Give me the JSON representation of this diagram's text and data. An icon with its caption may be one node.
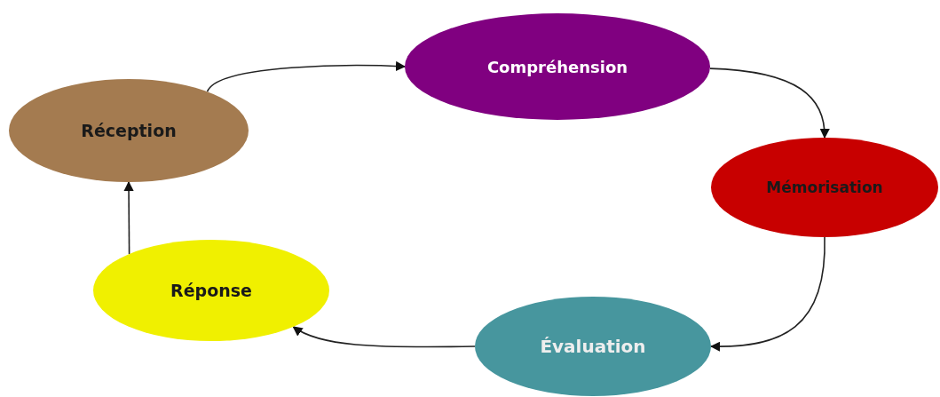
{
  "diagram": {
    "nodes": [
      {
        "text": [
          "Réception"
        ]
      },
      {
        "text": [
          "Compréhension"
        ]
      },
      {
        "text": [
          "Mémorisation"
        ]
      },
      {
        "text": [
          "Évaluation"
        ]
      },
      {
        "text": [
          "Réponse"
        ]
      }
    ],
    "edges": [
      {
        "from": 0,
        "to": 1,
        "arrow": "to"
      },
      {
        "from": 1,
        "to": 2,
        "arrow": "to"
      },
      {
        "from": 2,
        "to": 3,
        "arrow": "to"
      },
      {
        "from": 3,
        "to": 4,
        "arrow": "to"
      },
      {
        "from": 4,
        "to": 0,
        "arrow": "to"
      }
    ]
  }
}
